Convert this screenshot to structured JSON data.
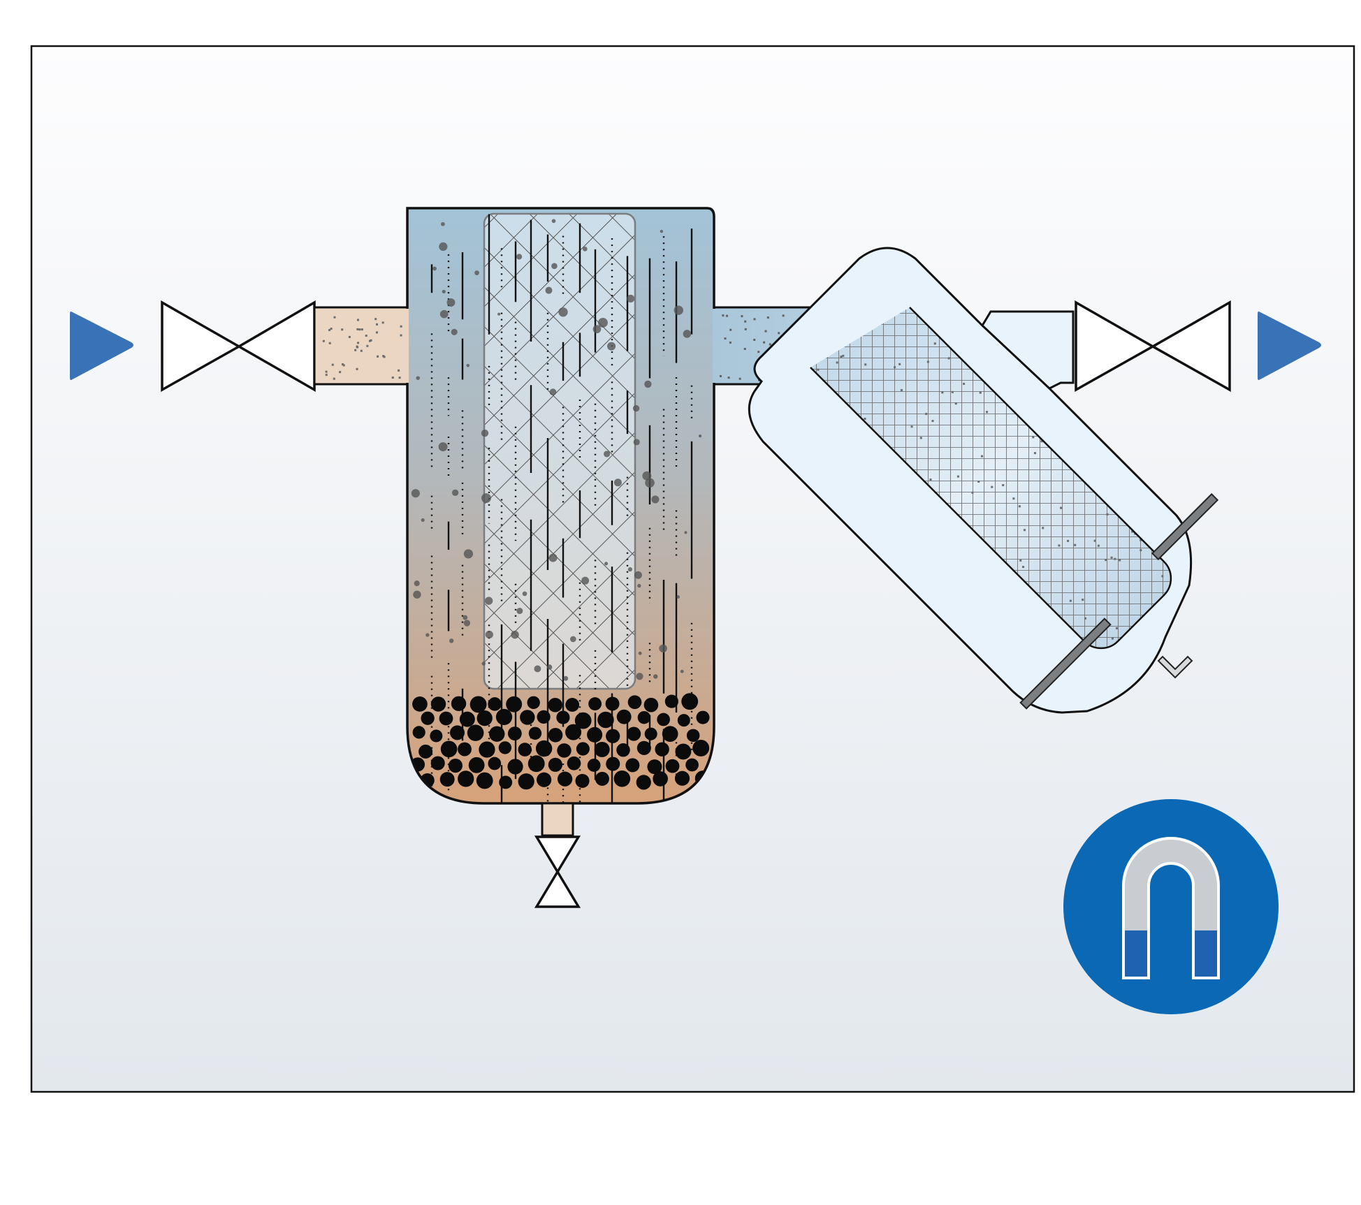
{
  "diagram": {
    "kind": "two-stage fluid filtration: separator vessel with drain, then inclined strainer",
    "flow_direction": "left-to-right",
    "components": [
      {
        "id": "inlet-arrow",
        "icon": "flow-arrow-right"
      },
      {
        "id": "inlet-valve",
        "icon": "gate-valve-symbol"
      },
      {
        "id": "inlet-pipe"
      },
      {
        "id": "separator-vessel",
        "contains": [
          "mesh-cartridge",
          "settled-particles",
          "falling-particles"
        ]
      },
      {
        "id": "drain-valve",
        "icon": "gate-valve-symbol"
      },
      {
        "id": "outlet-pipe"
      },
      {
        "id": "y-strainer",
        "contains": [
          "fine-mesh-basket"
        ]
      },
      {
        "id": "outlet-valve",
        "icon": "gate-valve-symbol"
      },
      {
        "id": "outlet-arrow",
        "icon": "flow-arrow-right"
      },
      {
        "id": "magnet-badge",
        "icon": "horseshoe-magnet-icon"
      }
    ],
    "colors": {
      "background_top": "#fdfdfe",
      "background_bottom": "#e3e8ed",
      "arrow": "#3a72b8",
      "badge": "#0a68b5",
      "magnet_body": "#c9ccd1",
      "magnet_poles": "#1f63b0",
      "fluid_clean": "#a3c3d7",
      "fluid_dirty": "#d6a27a",
      "inlet_fluid": "#ead6c2",
      "strainer_body": "#e8f3fb",
      "outline": "#111111"
    }
  }
}
